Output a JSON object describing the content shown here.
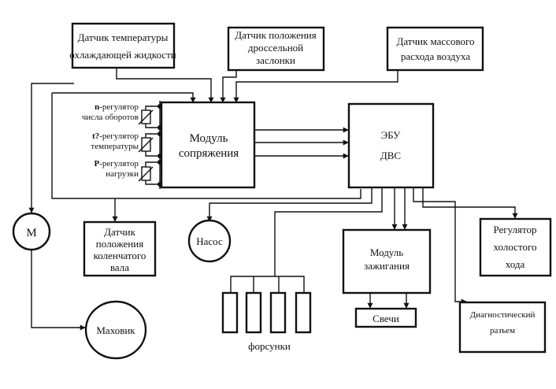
{
  "sensors": {
    "coolant_temp": [
      "Датчик температуры",
      "охлаждающей жидкости"
    ],
    "throttle_pos": [
      "Датчик положения",
      "дроссельной",
      "заслонки"
    ],
    "air_mass": [
      "Датчик массового",
      "расхода воздуха"
    ]
  },
  "regulators": [
    {
      "prefix": "n",
      "rest": "-регулятор",
      "line2": "числа оборотов"
    },
    {
      "prefix": "t?",
      "rest": "-регулятор",
      "line2": "температуры"
    },
    {
      "prefix": "P",
      "rest": "-регулятор",
      "line2": "нагрузки"
    }
  ],
  "interface_module": [
    "Модуль",
    "сопряжения"
  ],
  "ecu": [
    "ЭБУ",
    "ДВС"
  ],
  "motor": "М",
  "crank_sensor": [
    "Датчик",
    "положения",
    "коленчатого",
    "вала"
  ],
  "pump": "Насос",
  "ignition_module": [
    "Модуль",
    "зажигания"
  ],
  "idle_regulator": [
    "Регулятор",
    "холостого",
    "хода"
  ],
  "spark_plugs": "Свечи",
  "diagnostic_connector": [
    "Диагностический",
    "разъем"
  ],
  "flywheel": "Маховик",
  "injectors": "форсунки"
}
